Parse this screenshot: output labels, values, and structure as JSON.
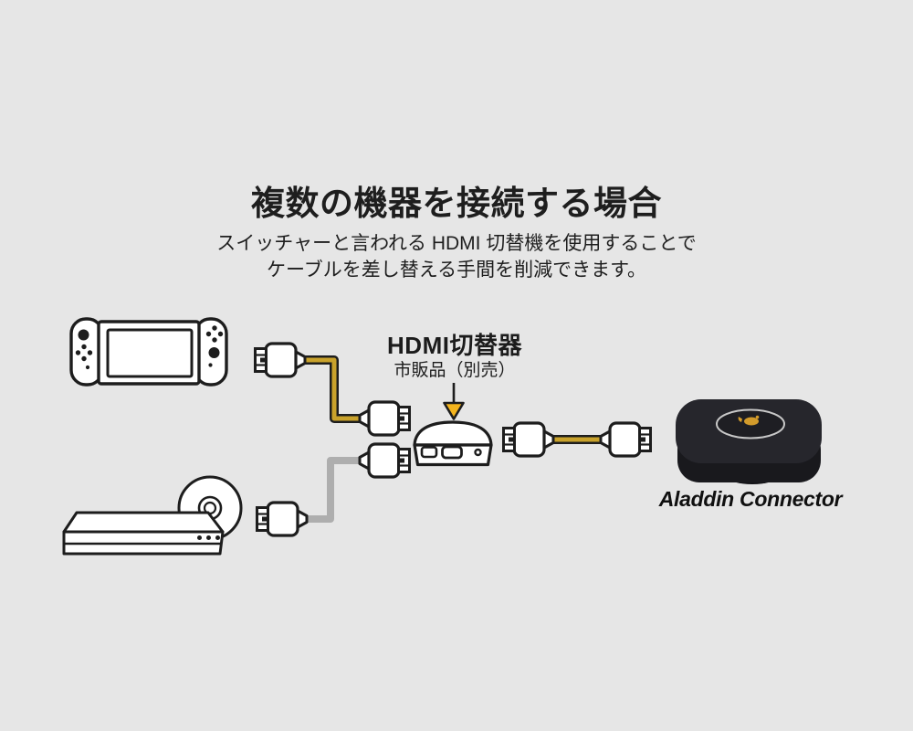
{
  "colors": {
    "background": "#e6e6e6",
    "outline": "#1d1d1d",
    "cable_yellow": "#c9a22b",
    "cable_gray": "#aeaeae",
    "arrow_yellow": "#f5b51d",
    "aladdin_body_dark": "#26262c",
    "aladdin_ring_gray": "#c8c8c8",
    "aladdin_logo_gold": "#d29b2b",
    "illustration_fill": "#ffffff"
  },
  "header": {
    "title": "複数の機器を接続する場合",
    "subtitle_lines": [
      "スイッチャーと言われる HDMI 切替機を使用することで",
      "ケーブルを差し替える手間を削減できます。"
    ]
  },
  "diagram": {
    "hdmi_switcher": {
      "label": "HDMI切替器",
      "sublabel": "市販品（別売）"
    },
    "aladdin": {
      "label": "Aladdin Connector"
    },
    "illustrations": [
      "nintendo-switch-console",
      "dvd-player-with-disc",
      "hdmi-cable-yellow-switch-to-switcher",
      "hdmi-cable-gray-player-to-switcher",
      "hdmi-cable-yellow-switcher-to-aladdin",
      "hdmi-switcher-box",
      "down-arrow",
      "aladdin-connector-device"
    ]
  }
}
